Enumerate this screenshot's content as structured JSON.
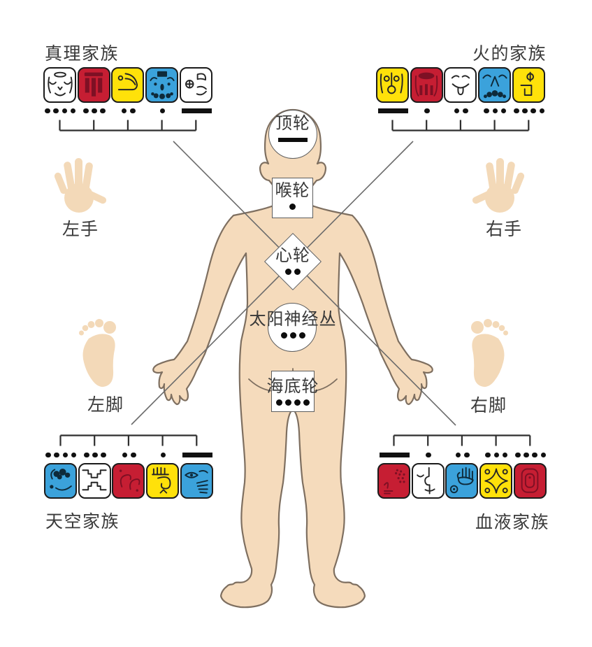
{
  "families": {
    "truth": {
      "label": "真理家族",
      "position": "top-left",
      "tiles": [
        {
          "seal": "wizard",
          "fill": "#FFFFFF",
          "ink": "#262626"
        },
        {
          "seal": "skywalker",
          "fill": "#C61E33",
          "ink": "#7E1024"
        },
        {
          "seal": "human",
          "fill": "#FFE10A",
          "ink": "#262626"
        },
        {
          "seal": "monkey",
          "fill": "#3BA2DB",
          "ink": "#0E2A3A"
        },
        {
          "seal": "dog",
          "fill": "#FFFFFF",
          "ink": "#262626"
        }
      ],
      "numbers": [
        4,
        3,
        2,
        1,
        5
      ]
    },
    "fire": {
      "label": "火的家族",
      "position": "top-right",
      "tiles": [
        {
          "seal": "sun",
          "fill": "#FFE10A",
          "ink": "#262626"
        },
        {
          "seal": "dragon",
          "fill": "#C61E33",
          "ink": "#7E1024"
        },
        {
          "seal": "wind",
          "fill": "#FFFFFF",
          "ink": "#262626"
        },
        {
          "seal": "night",
          "fill": "#3BA2DB",
          "ink": "#0E2A3A"
        },
        {
          "seal": "seed",
          "fill": "#FFE10A",
          "ink": "#262626"
        }
      ],
      "numbers": [
        5,
        1,
        2,
        3,
        4
      ]
    },
    "sky": {
      "label": "天空家族",
      "position": "bottom-left",
      "tiles": [
        {
          "seal": "storm",
          "fill": "#3BA2DB",
          "ink": "#0E2A3A"
        },
        {
          "seal": "mirror",
          "fill": "#FFFFFF",
          "ink": "#262626"
        },
        {
          "seal": "earth",
          "fill": "#C61E33",
          "ink": "#7E1024"
        },
        {
          "seal": "warrior",
          "fill": "#FFE10A",
          "ink": "#262626"
        },
        {
          "seal": "eagle",
          "fill": "#3BA2DB",
          "ink": "#0E2A3A"
        }
      ],
      "numbers": [
        4,
        3,
        2,
        1,
        5
      ]
    },
    "blood": {
      "label": "血液家族",
      "position": "bottom-right",
      "tiles": [
        {
          "seal": "serpent",
          "fill": "#C61E33",
          "ink": "#7E1024"
        },
        {
          "seal": "worldbridger",
          "fill": "#FFFFFF",
          "ink": "#262626"
        },
        {
          "seal": "hand",
          "fill": "#3BA2DB",
          "ink": "#0E2A3A"
        },
        {
          "seal": "star",
          "fill": "#FFE10A",
          "ink": "#262626"
        },
        {
          "seal": "moon",
          "fill": "#C61E33",
          "ink": "#7E1024"
        }
      ],
      "numbers": [
        5,
        1,
        2,
        3,
        4
      ]
    }
  },
  "limbs": {
    "left_hand": {
      "label": "左手"
    },
    "right_hand": {
      "label": "右手"
    },
    "left_foot": {
      "label": "左脚"
    },
    "right_foot": {
      "label": "右脚"
    }
  },
  "chakras": [
    {
      "id": "crown",
      "name": "顶轮",
      "count": 5,
      "shape": "circle"
    },
    {
      "id": "throat",
      "name": "喉轮",
      "count": 1,
      "shape": "square"
    },
    {
      "id": "heart",
      "name": "心轮",
      "count": 2,
      "shape": "diamond"
    },
    {
      "id": "solar",
      "name": "太阳神经丛",
      "count": 3,
      "shape": "circle"
    },
    {
      "id": "root",
      "name": "海底轮",
      "count": 4,
      "shape": "square"
    }
  ],
  "colors": {
    "tile_yellow": "#FFE10A",
    "tile_red": "#C61E33",
    "tile_blue": "#3BA2DB",
    "tile_white": "#FFFFFF",
    "skin": "#F5DBBC",
    "skin_icon": "#F3D9B8",
    "body_outline": "#7E6F60",
    "numeral_black": "#111111",
    "connector_gray": "#6B6B6B",
    "text_dark": "#3A3A3A"
  }
}
